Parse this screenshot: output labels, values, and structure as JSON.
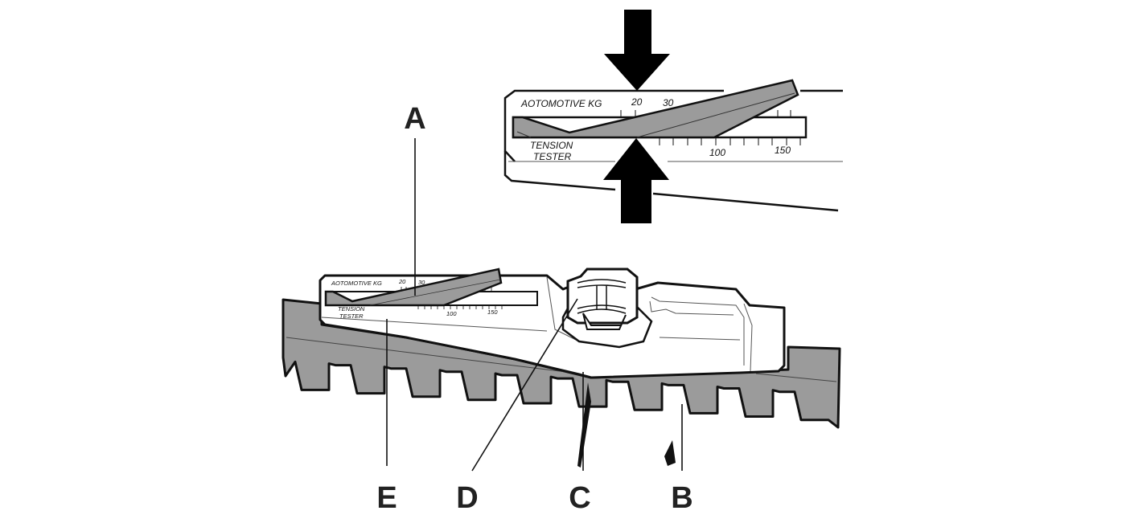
{
  "callouts": {
    "a": "A",
    "b": "B",
    "c": "C",
    "d": "D",
    "e": "E"
  },
  "inset": {
    "scale_title": "AOTOMOTIVE KG",
    "tick_20": "20",
    "tick_30": "30",
    "tension": "TENSION",
    "tester": "TESTER",
    "tick_100": "100",
    "tick_150": "150"
  },
  "tool": {
    "scale_title": "AOTOMOTIVE KG",
    "tick_20": "20",
    "tick_30": "30",
    "tension": "TENSION",
    "tester": "TESTER",
    "tick_100": "100",
    "tick_150": "150"
  },
  "colors": {
    "belt": "#9b9b9b",
    "outline": "#111111"
  }
}
